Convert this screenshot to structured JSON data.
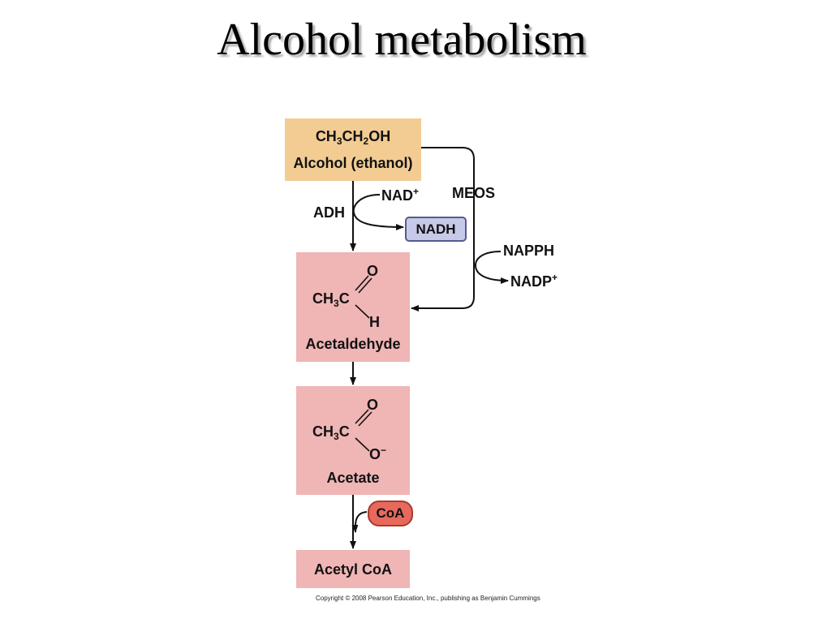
{
  "title": "Alcohol metabolism",
  "ethanol": {
    "formula": [
      "CH",
      "3",
      "CH",
      "2",
      "OH"
    ],
    "name": "Alcohol (ethanol)"
  },
  "adh_pathway": {
    "enzyme": "ADH",
    "cofactor_in": [
      "NAD",
      "+"
    ],
    "cofactor_out": "NADH"
  },
  "meos_pathway": {
    "enzyme": "MEOS",
    "cofactor_in": "NAPPH",
    "cofactor_out": [
      "NADP",
      "+"
    ]
  },
  "acetaldehyde": {
    "group": [
      "CH",
      "3",
      "C"
    ],
    "top_atom": "O",
    "bottom_atom": "H",
    "name": "Acetaldehyde"
  },
  "acetate": {
    "group": [
      "CH",
      "3",
      "C"
    ],
    "top_atom": "O",
    "bottom_atom": [
      "O",
      "−"
    ],
    "name": "Acetate"
  },
  "coa_input": "CoA",
  "acetyl_coa": {
    "name": "Acetyl CoA"
  },
  "copyright": "Copyright © 2008 Pearson Education, Inc., publishing as Benjamin Cummings",
  "colors": {
    "ethanol_box": "#f2cc93",
    "product_box": "#f0b5b5",
    "nadh_fill": "#c7c9e8",
    "coa_fill": "#e8695c"
  }
}
